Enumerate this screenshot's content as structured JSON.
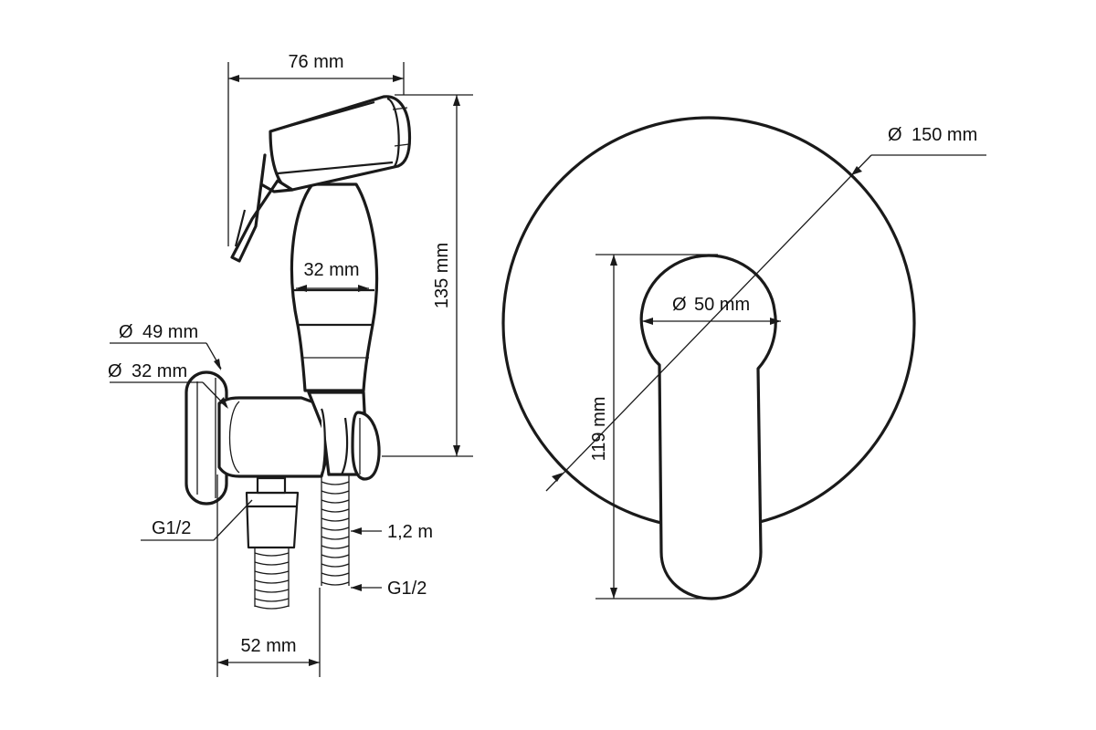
{
  "dimensions": {
    "sprayer_width": "76 mm",
    "sprayer_height": "135 mm",
    "handle_diameter": "32 mm",
    "elbow_flange_diameter": "49 mm",
    "elbow_body_diameter": "32 mm",
    "inlet_thread": "G1/2",
    "hose_length": "1,2 m",
    "hose_thread": "G1/2",
    "elbow_depth": "52 mm",
    "plate_diameter": "150 mm",
    "lever_boss_diameter": "50 mm",
    "lever_length": "119 mm"
  },
  "symbols": {
    "diameter": "Ø"
  },
  "colors": {
    "line": "#1a1a1a",
    "background": "#ffffff"
  }
}
